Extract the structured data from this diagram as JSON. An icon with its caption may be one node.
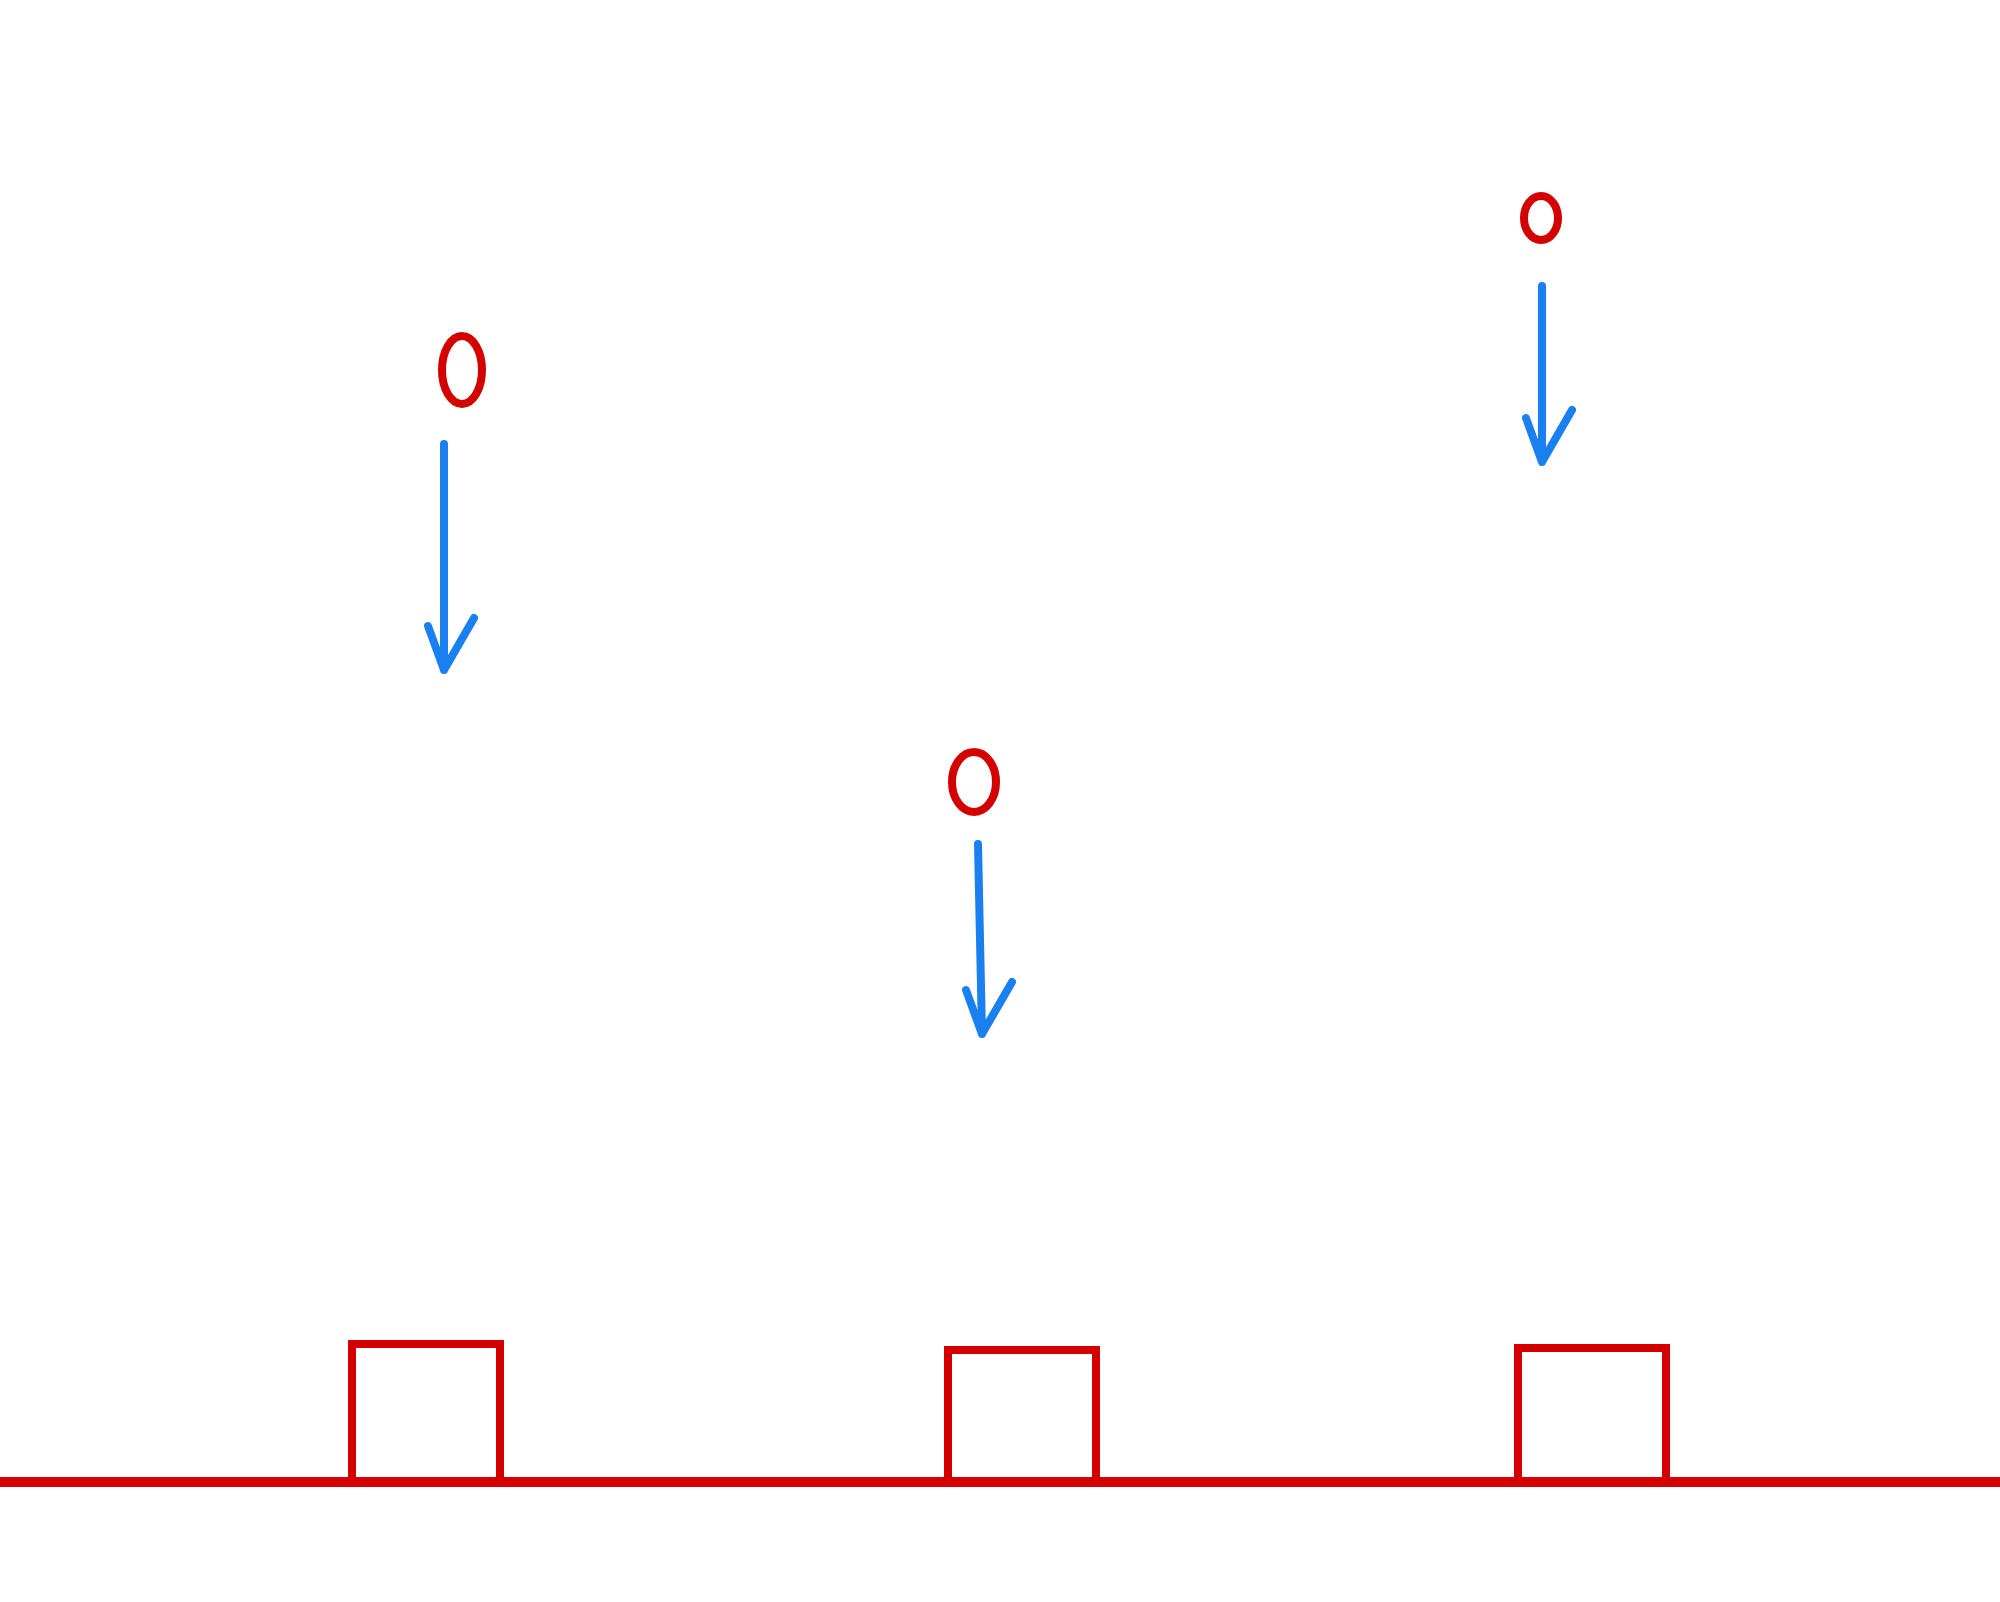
{
  "diagram": {
    "nodes": [
      {
        "text": [],
        "shape": "circle"
      },
      {
        "text": [],
        "shape": "circle"
      },
      {
        "text": [],
        "shape": "circle"
      },
      {
        "text": [],
        "shape": "box"
      },
      {
        "text": [],
        "shape": "box"
      },
      {
        "text": [],
        "shape": "box"
      }
    ]
  }
}
